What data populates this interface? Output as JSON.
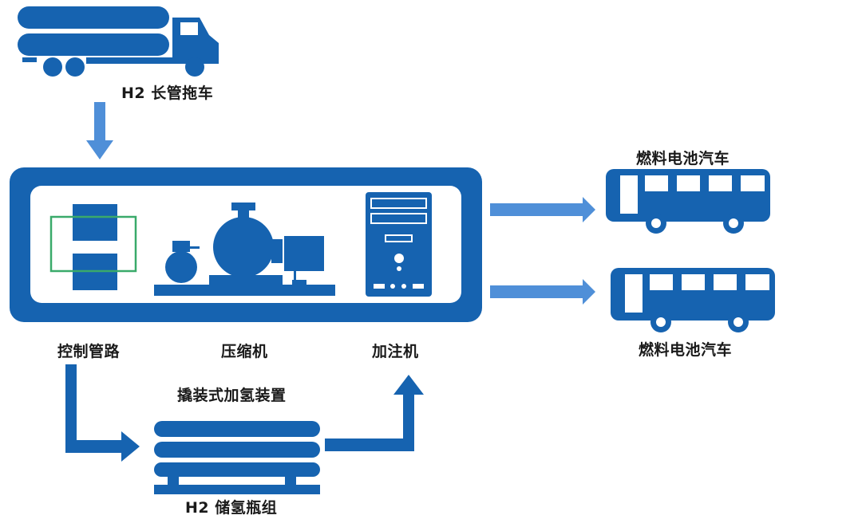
{
  "colors": {
    "primary": "#1663b0",
    "arrow_light": "#4f8fd8",
    "control_frame": "#3aaa6a",
    "background": "#ffffff",
    "text": "#1a1a1a"
  },
  "labels": {
    "tube_trailer": "H2 长管拖车",
    "control_piping": "控制管路",
    "compressor": "压缩机",
    "dispenser": "加注机",
    "skid_unit": "撬装式加氢装置",
    "storage_cylinders": "H2 储氢瓶组",
    "fcv_top": "燃料电池汽车",
    "fcv_bottom": "燃料电池汽车"
  },
  "icons": {
    "tube_trailer": "tube-trailer-truck-icon",
    "control_piping": "control-piping-icon",
    "compressor": "compressor-icon",
    "dispenser": "dispenser-cabinet-icon",
    "storage": "hydrogen-cylinder-bank-icon",
    "bus": "fuel-cell-bus-icon"
  },
  "flows": [
    {
      "from": "tube_trailer",
      "to": "skid_unit",
      "direction": "down"
    },
    {
      "from": "control_piping",
      "to": "storage_cylinders",
      "direction": "down-right"
    },
    {
      "from": "storage_cylinders",
      "to": "dispenser",
      "direction": "right-up"
    },
    {
      "from": "skid_unit",
      "to": "fcv_top",
      "direction": "right"
    },
    {
      "from": "skid_unit",
      "to": "fcv_bottom",
      "direction": "right"
    }
  ]
}
